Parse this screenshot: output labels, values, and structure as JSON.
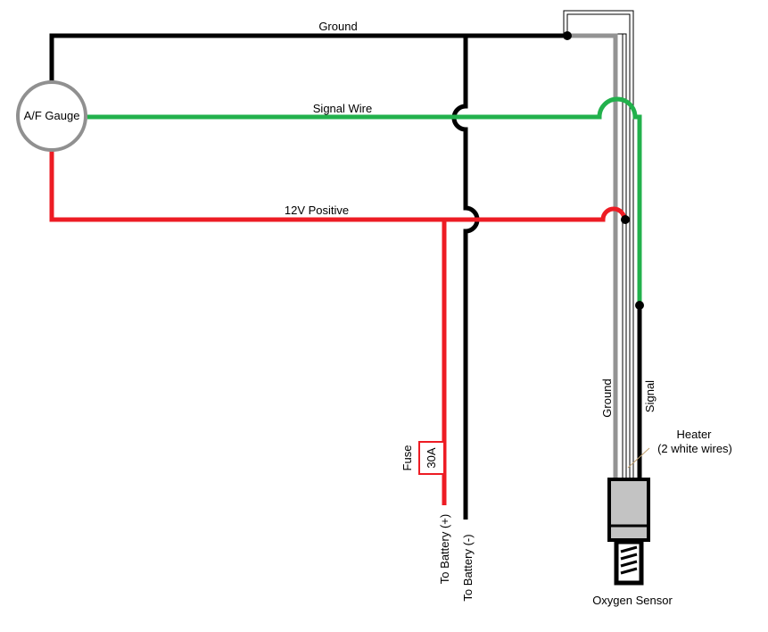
{
  "labels": {
    "gauge": "A/F Gauge",
    "ground_top": "Ground",
    "signal_wire": "Signal Wire",
    "positive": "12V Positive",
    "fuse_word": "Fuse",
    "fuse_rating": "30A",
    "battery_pos": "To Battery (+)",
    "battery_neg": "To Battery (-)",
    "ground_vertical": "Ground",
    "signal_vertical": "Signal",
    "heater_line1": "Heater",
    "heater_line2": "(2 white wires)",
    "sensor": "Oxygen Sensor"
  },
  "colors": {
    "ground": "#000000",
    "signal": "#22b14c",
    "positive": "#ed1c24",
    "sensor_ground": "#939393",
    "heater": "#ffffff",
    "gauge_outline": "#909090",
    "sensor_body": "#c3c3c3",
    "leader": "#c0a070"
  }
}
